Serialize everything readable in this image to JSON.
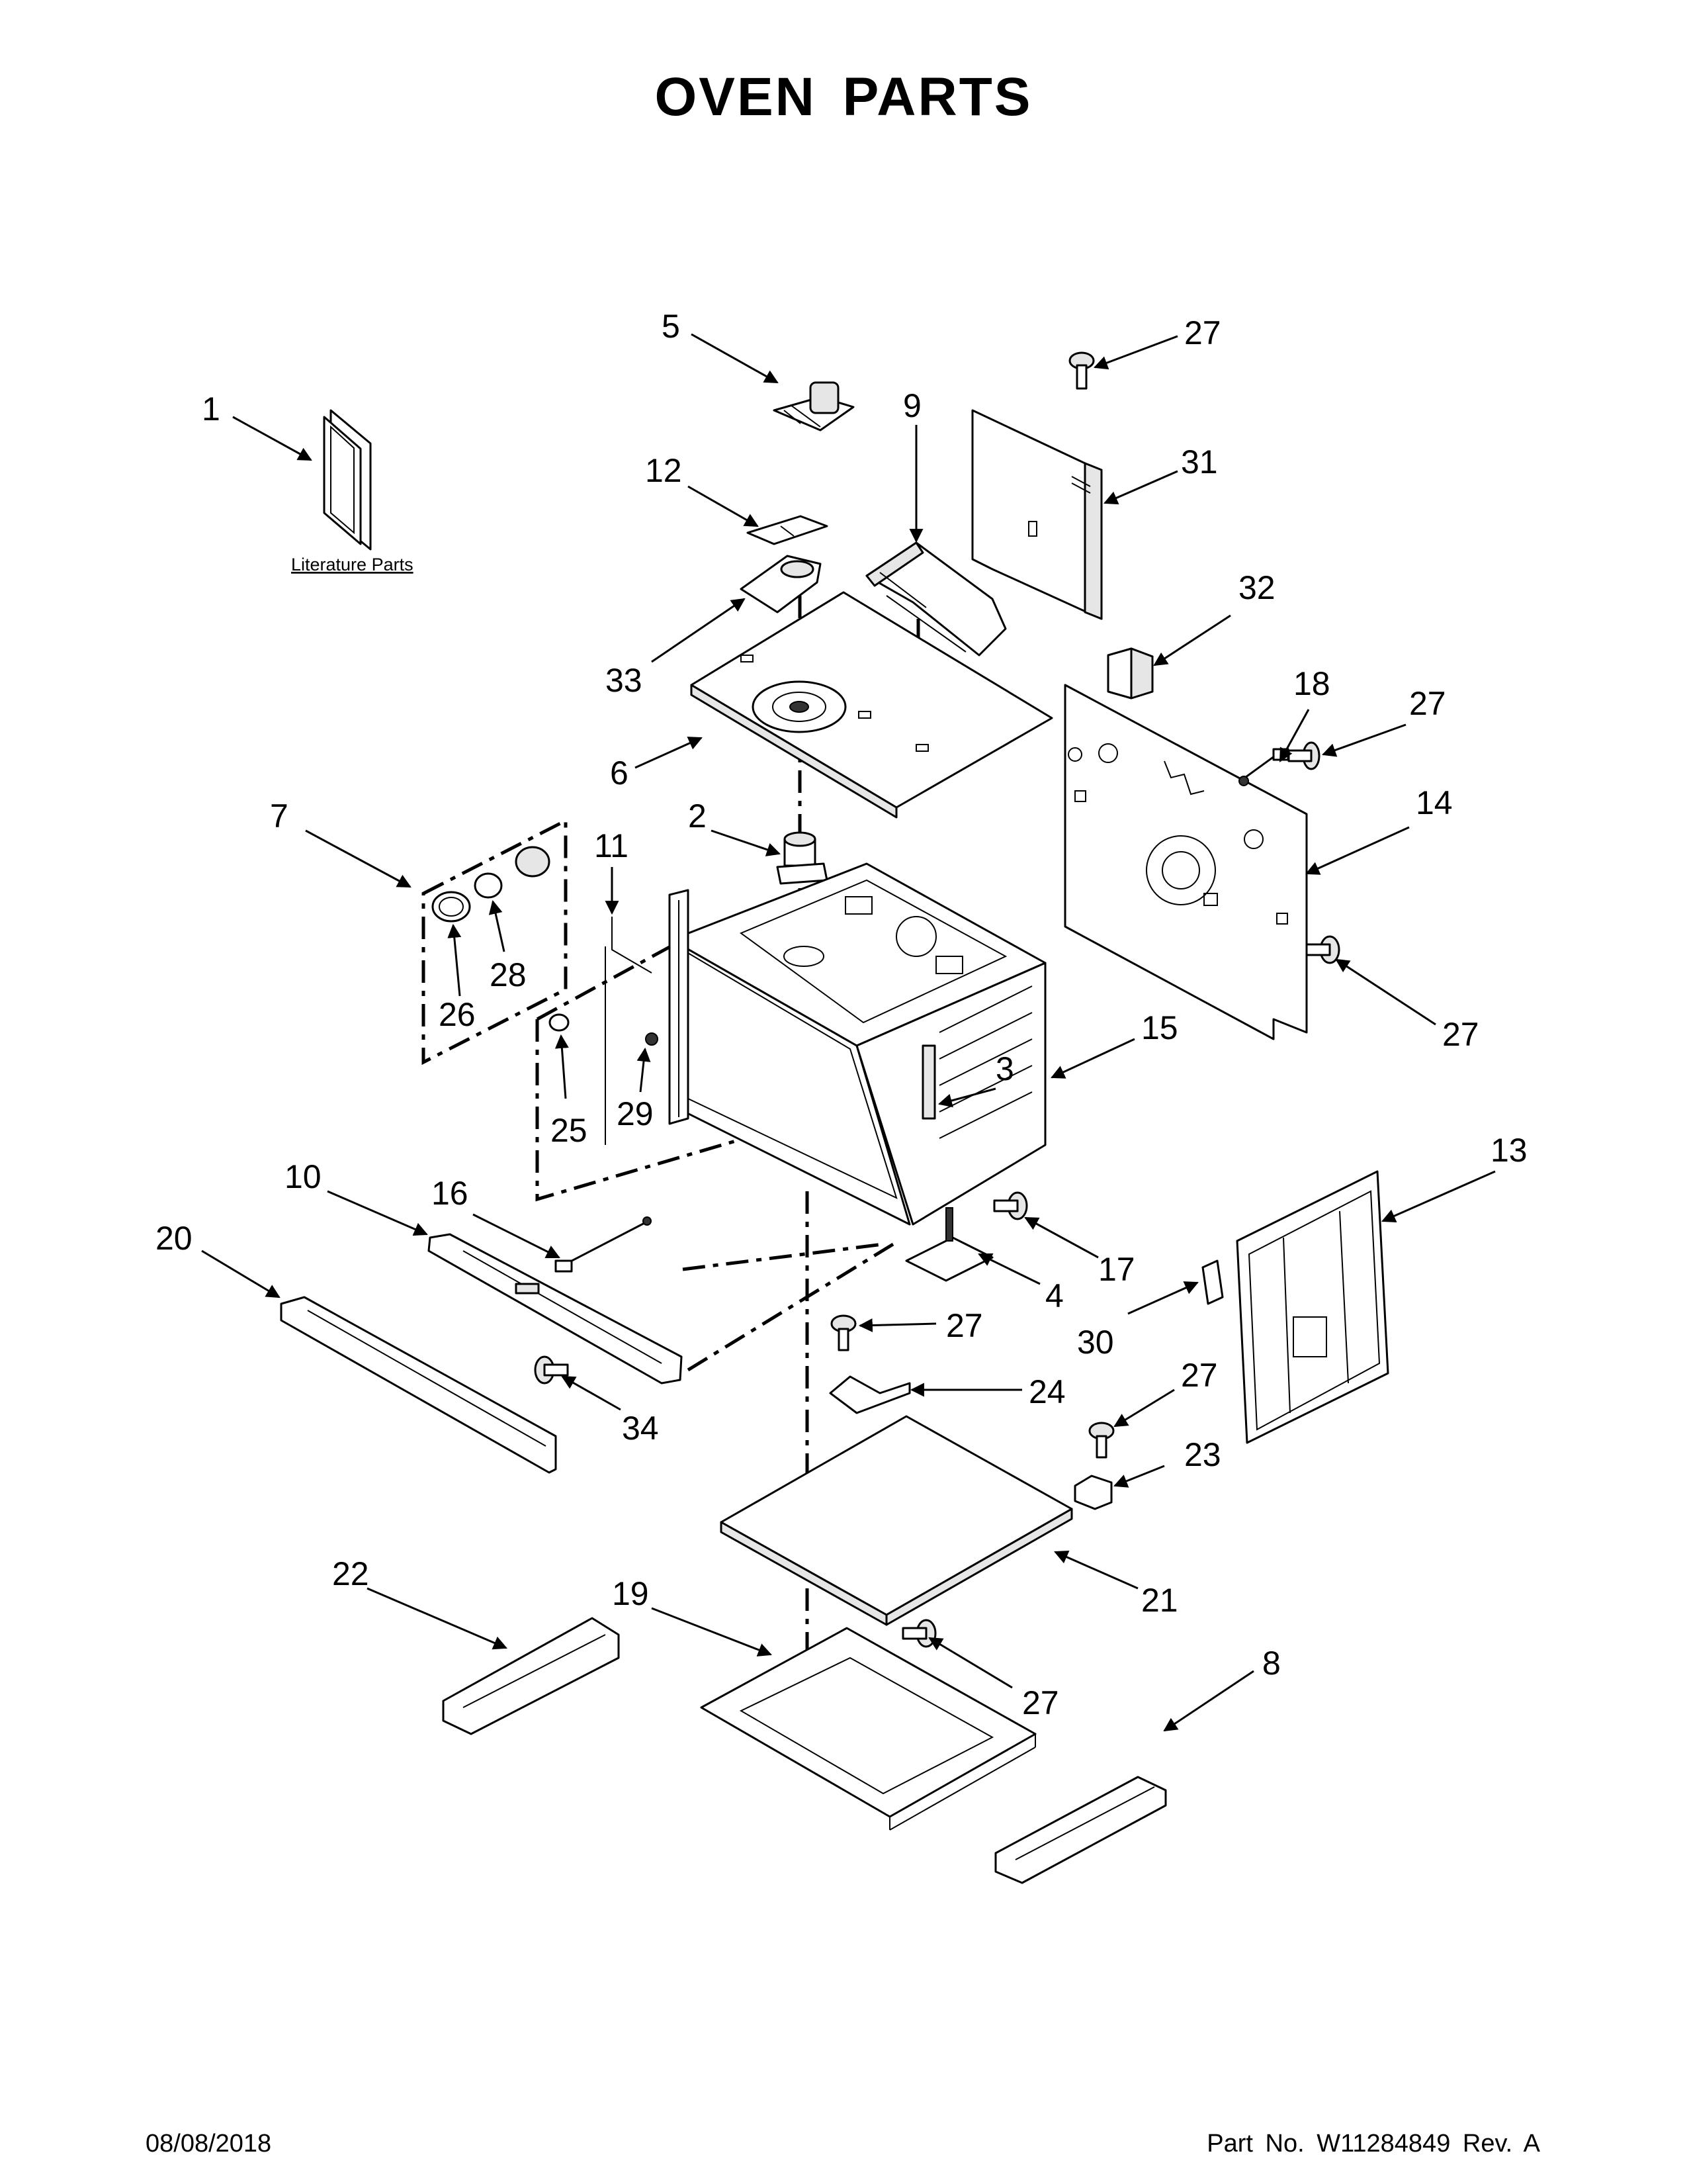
{
  "page": {
    "title": "OVEN PARTS",
    "date": "08/08/2018",
    "part_number": "Part No. W11284849 Rev. A"
  },
  "literature_link": "Literature Parts",
  "callouts": [
    {
      "id": "c1",
      "label": "1"
    },
    {
      "id": "c2",
      "label": "2"
    },
    {
      "id": "c3",
      "label": "3"
    },
    {
      "id": "c4",
      "label": "4"
    },
    {
      "id": "c5",
      "label": "5"
    },
    {
      "id": "c6",
      "label": "6"
    },
    {
      "id": "c7",
      "label": "7"
    },
    {
      "id": "c8",
      "label": "8"
    },
    {
      "id": "c9",
      "label": "9"
    },
    {
      "id": "c10",
      "label": "10"
    },
    {
      "id": "c11",
      "label": "11"
    },
    {
      "id": "c12",
      "label": "12"
    },
    {
      "id": "c13",
      "label": "13"
    },
    {
      "id": "c14",
      "label": "14"
    },
    {
      "id": "c15",
      "label": "15"
    },
    {
      "id": "c16",
      "label": "16"
    },
    {
      "id": "c17",
      "label": "17"
    },
    {
      "id": "c18",
      "label": "18"
    },
    {
      "id": "c19",
      "label": "19"
    },
    {
      "id": "c20",
      "label": "20"
    },
    {
      "id": "c21",
      "label": "21"
    },
    {
      "id": "c22",
      "label": "22"
    },
    {
      "id": "c23",
      "label": "23"
    },
    {
      "id": "c24",
      "label": "24"
    },
    {
      "id": "c25",
      "label": "25"
    },
    {
      "id": "c26",
      "label": "26"
    },
    {
      "id": "c27a",
      "label": "27"
    },
    {
      "id": "c27b",
      "label": "27"
    },
    {
      "id": "c27c",
      "label": "27"
    },
    {
      "id": "c27d",
      "label": "27"
    },
    {
      "id": "c27e",
      "label": "27"
    },
    {
      "id": "c27f",
      "label": "27"
    },
    {
      "id": "c28",
      "label": "28"
    },
    {
      "id": "c29",
      "label": "29"
    },
    {
      "id": "c30",
      "label": "30"
    },
    {
      "id": "c31",
      "label": "31"
    },
    {
      "id": "c32",
      "label": "32"
    },
    {
      "id": "c33",
      "label": "33"
    },
    {
      "id": "c34",
      "label": "34"
    }
  ]
}
